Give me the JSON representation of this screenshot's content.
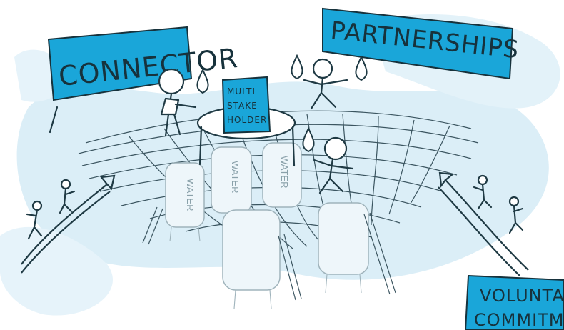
{
  "banners": {
    "connector": "CONNECTOR",
    "partnerships": "PARTNERSHIPS",
    "voluntary_line1": "VOLUNTA",
    "voluntary_line2": "COMMITM"
  },
  "sign": {
    "line1": "MULTI",
    "line2": "STAKE-",
    "line3": "HOLDER"
  },
  "tanks": {
    "tank1": "WATER",
    "tank2": "WATER",
    "tank3": "WATER"
  },
  "colors": {
    "banner_blue": "#1aa6d9",
    "wash_blue": "#dbeef7",
    "ink": "#1f3a44"
  }
}
